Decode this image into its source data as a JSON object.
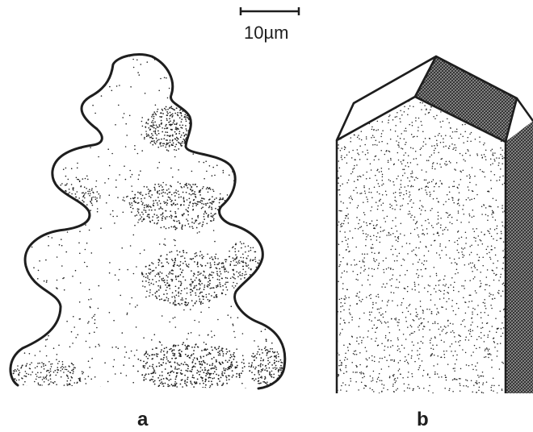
{
  "scale_bar": {
    "label": "10µm"
  },
  "panels": [
    {
      "label": "a"
    },
    {
      "label": "b"
    }
  ],
  "colors": {
    "ink": "#1e1e1e",
    "background": "#ffffff",
    "facet_hatch": "#3a3a3a"
  }
}
